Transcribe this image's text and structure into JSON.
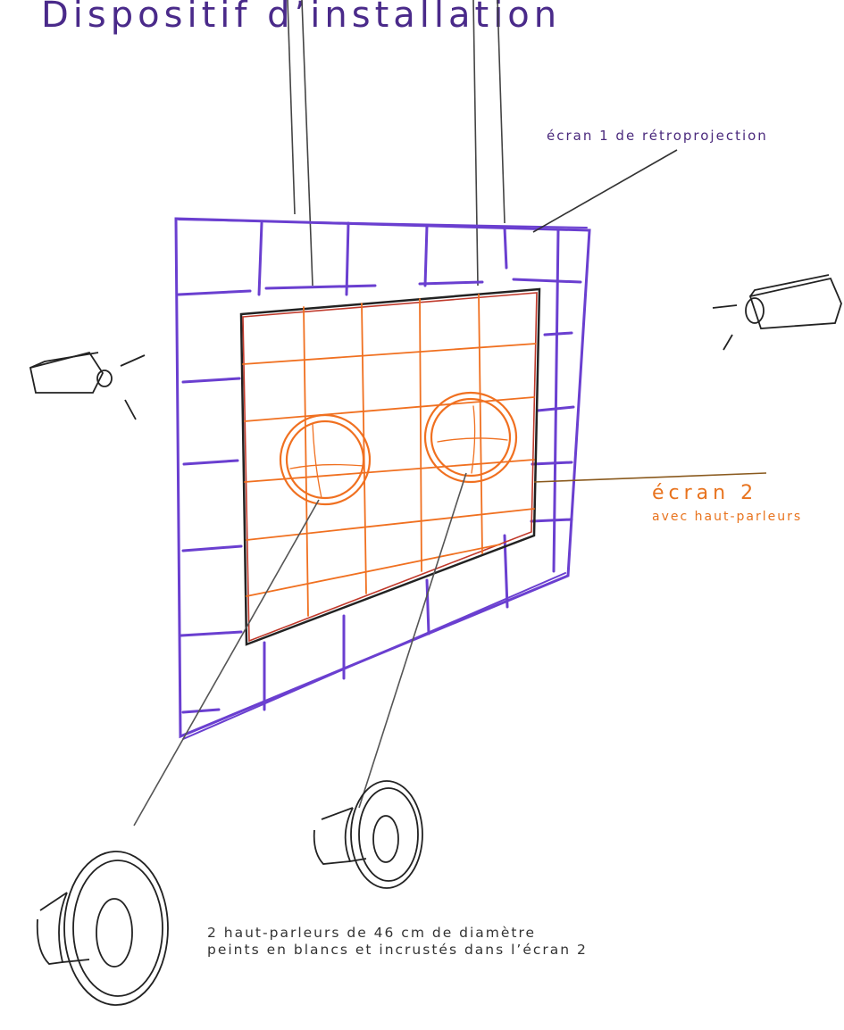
{
  "title": "Dispositif d’installation",
  "labels": {
    "screen1": "écran 1 de rétroprojection",
    "screen2_main": "écran 2",
    "screen2_sub": "avec haut-parleurs",
    "speakers_line1": "2 haut-parleurs de 46 cm de diamètre",
    "speakers_line2": "peints en blancs et incrustés dans l’écran 2"
  },
  "colors": {
    "screen1": "#6a3fd0",
    "screen2": "#f07020",
    "pencil": "#222222",
    "title": "#4a2a8a",
    "screen2_label": "#e8731e",
    "leader_screen2": "#8a5a1e"
  }
}
